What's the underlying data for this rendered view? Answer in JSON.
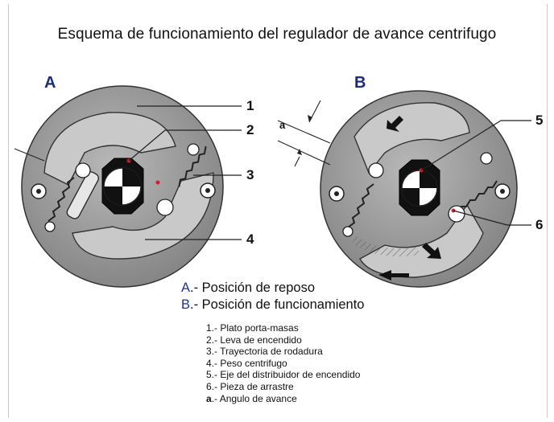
{
  "title": "Esquema de funcionamiento del regulador de avance centrifugo",
  "panels": {
    "a": "A",
    "b": "B"
  },
  "callouts": {
    "n1": "1",
    "n2": "2",
    "n3": "3",
    "n4": "4",
    "n5": "5",
    "n6": "6",
    "angle": "a"
  },
  "captions": [
    {
      "key": "A",
      "text": ".- Posición de reposo"
    },
    {
      "key": "B",
      "text": ".- Posición de funcionamiento"
    }
  ],
  "legend": [
    "1.- Plato porta-masas",
    "2.- Leva de encendido",
    "3.- Trayectoria de rodadura",
    "4.- Peso centrifugo",
    "5.- Eje del distribuidor de encendido",
    "6.- Pieza de arrastre"
  ],
  "legend_last": {
    "key": "a",
    "text": ".- Angulo de avance"
  },
  "colors": {
    "panel_label": "#1a2e78",
    "plate": "#9a9a9a",
    "weight": "#c8c8c8",
    "marker": "#d0202a"
  }
}
